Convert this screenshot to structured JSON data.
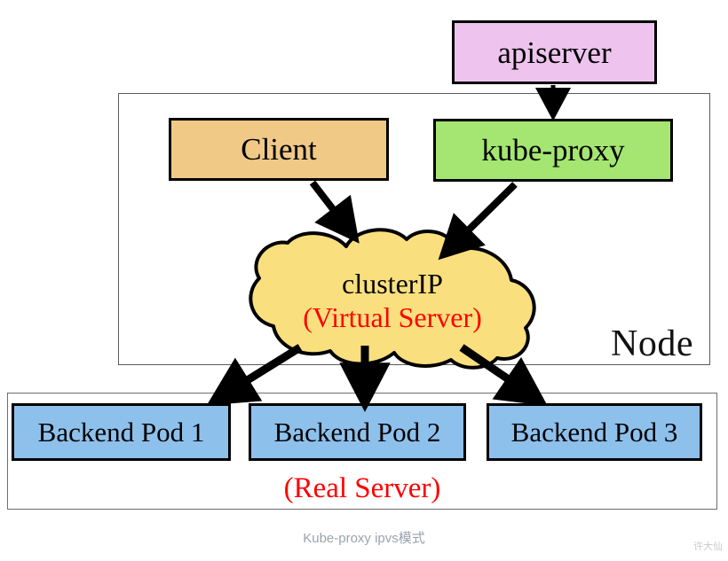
{
  "diagram": {
    "caption": "Kube-proxy ipvs模式",
    "watermark": "许大仙",
    "colors": {
      "apiserver_fill": "#eec4ef",
      "client_fill": "#f0c987",
      "kubeproxy_fill": "#a4e671",
      "cloud_fill": "#fadf7f",
      "pod_fill": "#8ec0ec",
      "accent_red": "#fe0000",
      "stroke": "#000000",
      "caption_gray": "#9aa3ad"
    },
    "node": {
      "label": "Node",
      "boxes": [
        {
          "id": "client",
          "label": "Client"
        },
        {
          "id": "kube-proxy",
          "label": "kube-proxy"
        }
      ],
      "service": {
        "title": "clusterIP",
        "subtitle": "(Virtual Server)"
      }
    },
    "external": {
      "apiserver": "apiserver"
    },
    "backend": {
      "group_label": "(Real Server)",
      "pods": [
        {
          "label": "Backend Pod 1"
        },
        {
          "label": "Backend Pod 2"
        },
        {
          "label": "Backend Pod 3"
        }
      ]
    },
    "edges": [
      {
        "from": "apiserver",
        "to": "kube-proxy"
      },
      {
        "from": "client",
        "to": "clusterIP"
      },
      {
        "from": "kube-proxy",
        "to": "clusterIP"
      },
      {
        "from": "clusterIP",
        "to": "Backend Pod 1"
      },
      {
        "from": "clusterIP",
        "to": "Backend Pod 2"
      },
      {
        "from": "clusterIP",
        "to": "Backend Pod 3"
      }
    ]
  }
}
